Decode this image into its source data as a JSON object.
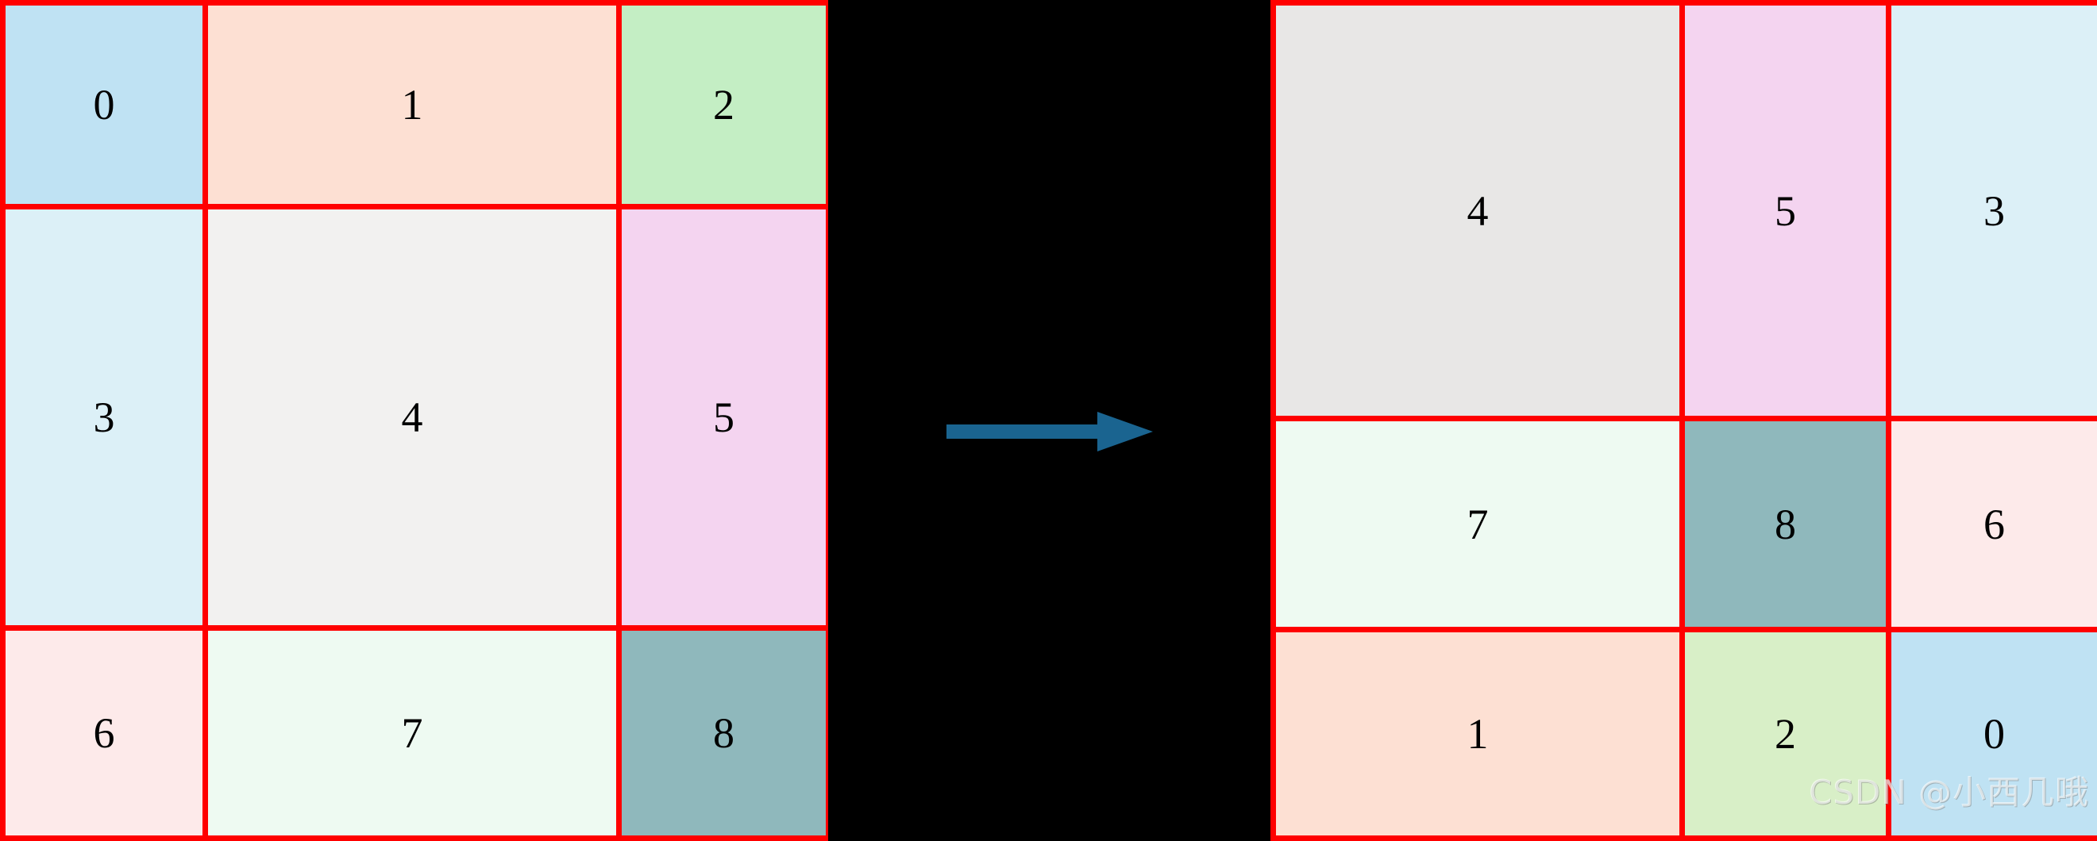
{
  "figure": {
    "background_color": "#000000",
    "gridline_color": "#ff0000",
    "label_color": "#000000"
  },
  "left_grid": {
    "name": "original-grid",
    "rows": 3,
    "cols": 3,
    "cells": [
      {
        "label": "0",
        "color": "#bfe2f3"
      },
      {
        "label": "1",
        "color": "#fde0d3"
      },
      {
        "label": "2",
        "color": "#c4eec4"
      },
      {
        "label": "3",
        "color": "#dcf0f7"
      },
      {
        "label": "4",
        "color": "#f2f1f0"
      },
      {
        "label": "5",
        "color": "#f4d4f0"
      },
      {
        "label": "6",
        "color": "#fdeaea"
      },
      {
        "label": "7",
        "color": "#eefaf2"
      },
      {
        "label": "8",
        "color": "#8fb8bc"
      }
    ]
  },
  "right_grid": {
    "name": "shuffled-grid",
    "rows": 3,
    "cols": 3,
    "cells": [
      {
        "label": "4",
        "color": "#e8e7e6"
      },
      {
        "label": "5",
        "color": "#f4d4f0"
      },
      {
        "label": "3",
        "color": "#dcf0f7"
      },
      {
        "label": "7",
        "color": "#eefaf2"
      },
      {
        "label": "8",
        "color": "#8fb8bc"
      },
      {
        "label": "6",
        "color": "#fdeaea"
      },
      {
        "label": "1",
        "color": "#fde0d3"
      },
      {
        "label": "2",
        "color": "#d8efc7"
      },
      {
        "label": "0",
        "color": "#bfe2f3"
      }
    ]
  },
  "arrow": {
    "name": "transform-arrow",
    "direction": "right",
    "color": "#1a6490"
  },
  "watermark": {
    "text": "CSDN @小西几哦"
  }
}
